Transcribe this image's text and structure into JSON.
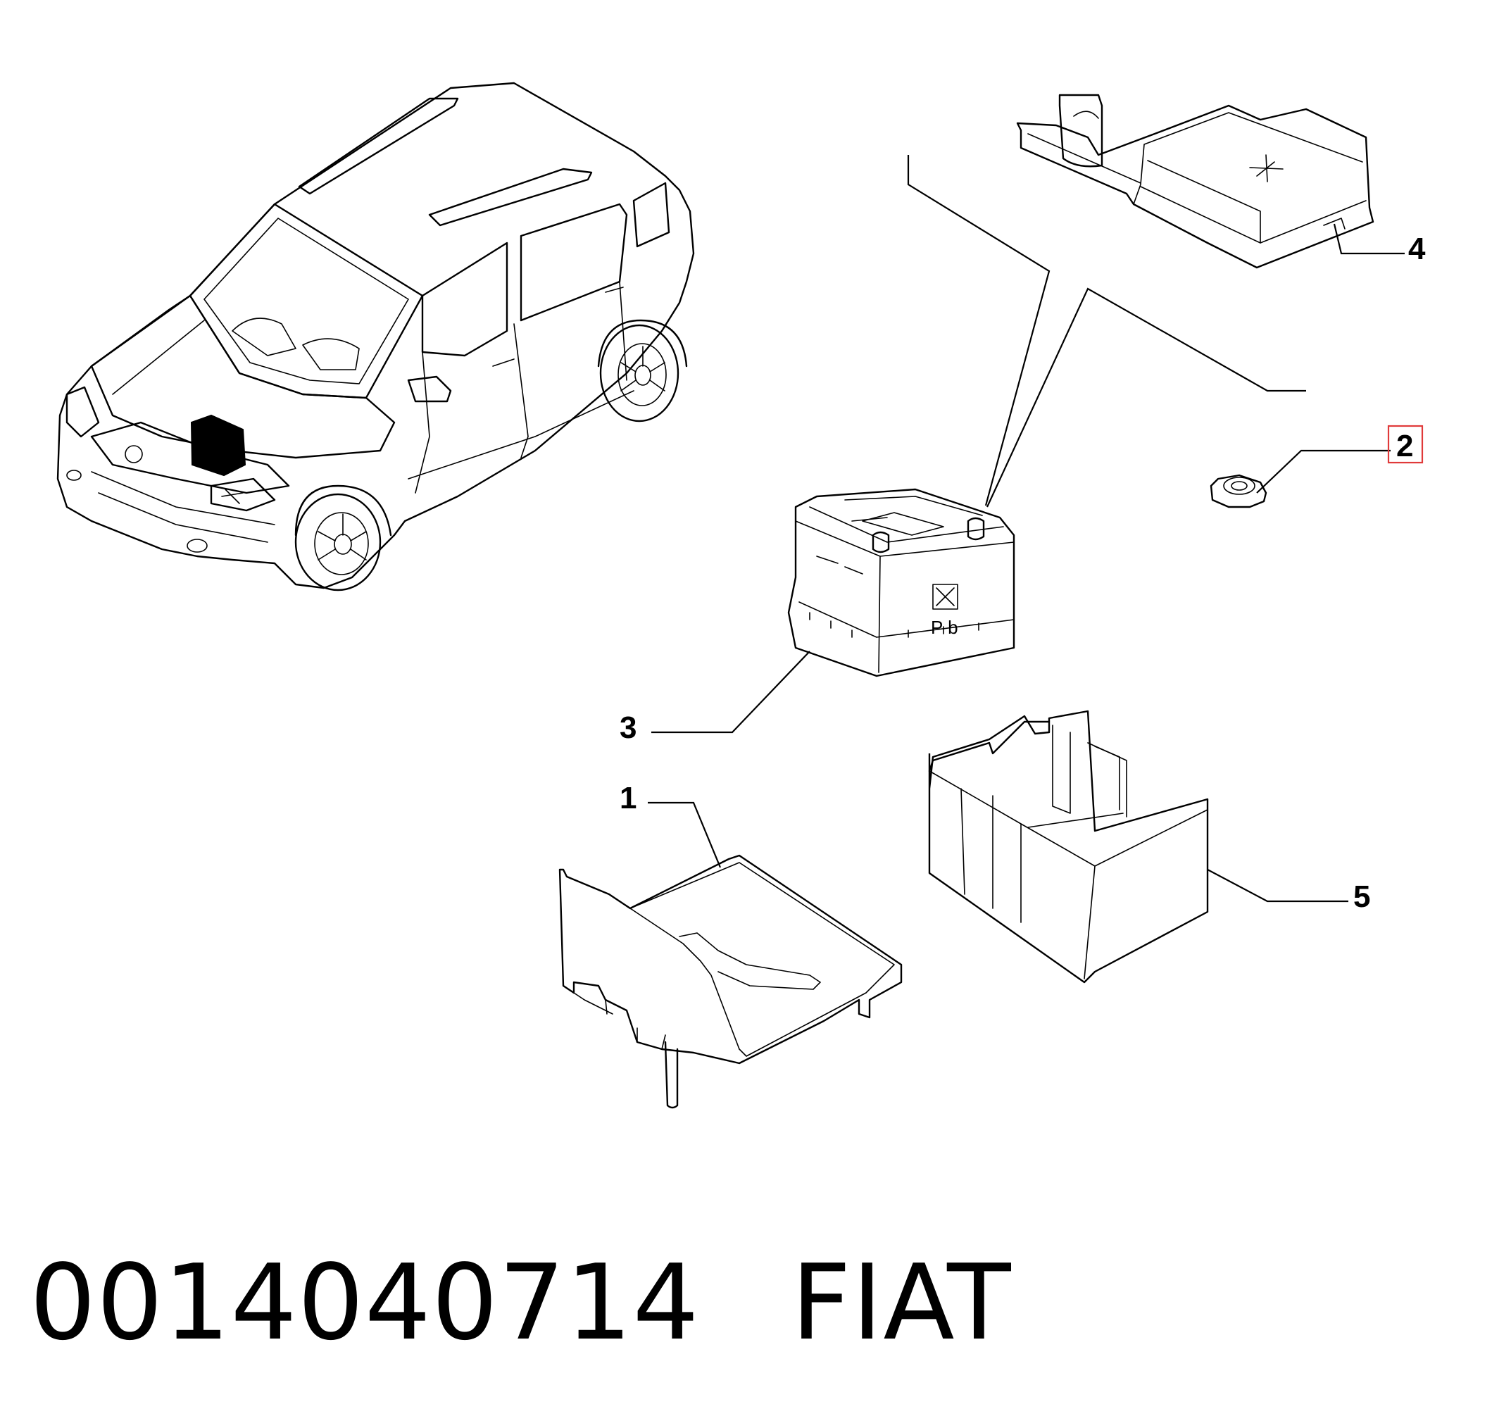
{
  "diagram": {
    "callouts": [
      {
        "id": "1",
        "label": "1"
      },
      {
        "id": "2",
        "label": "2",
        "highlighted": true,
        "highlight_color": "#e03a3a"
      },
      {
        "id": "3",
        "label": "3"
      },
      {
        "id": "4",
        "label": "4"
      },
      {
        "id": "5",
        "label": "5"
      }
    ]
  },
  "footer": {
    "part_number": "0014040714",
    "brand": "FIAT"
  }
}
